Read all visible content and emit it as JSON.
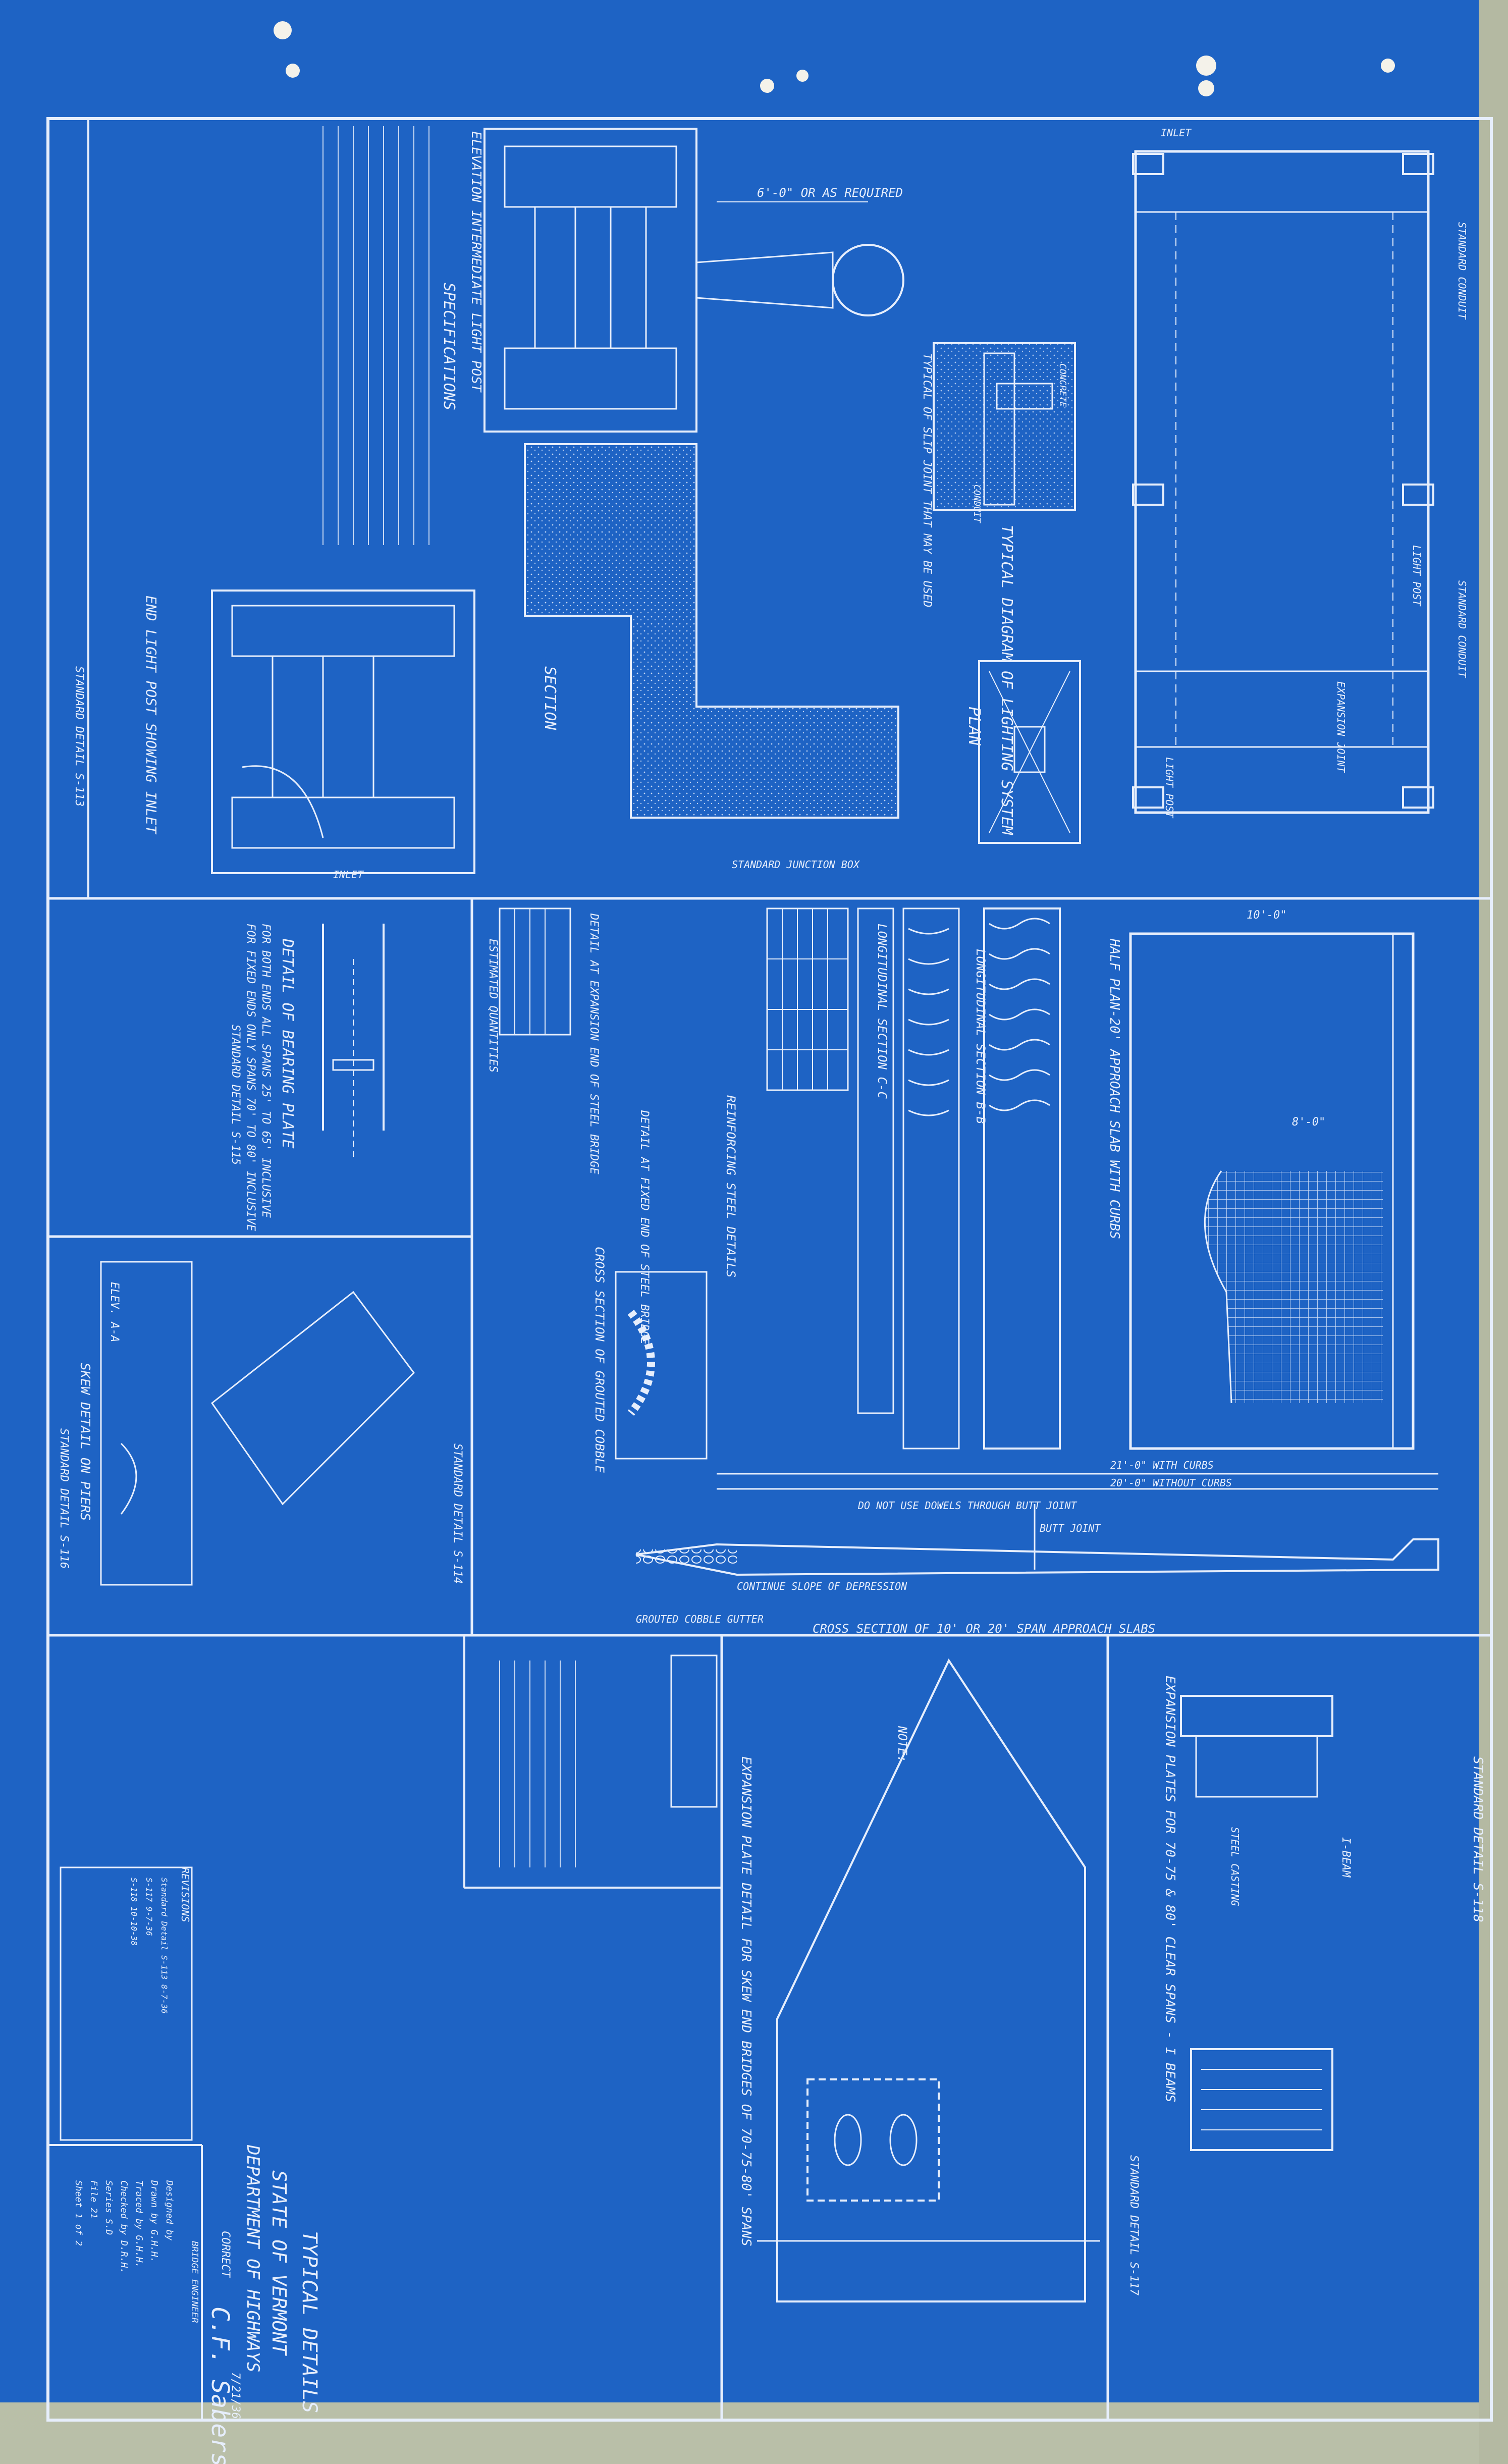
{
  "sheet_title": {
    "line1": "TYPICAL DETAILS",
    "line2": "STATE OF VERMONT",
    "line3": "DEPARTMENT OF HIGHWAYS"
  },
  "title_block": {
    "correct": "CORRECT",
    "signature": "C.F. Sabers",
    "signature_caption": "BRIDGE ENGINEER",
    "date": "7/21/36",
    "designed": "Designed by",
    "drawn": "Drawn by  G.H.H.",
    "traced": "Traced by  G.H.H.",
    "checked": "Checked by  D.R.H.",
    "series": "Series  S.D",
    "file": "File  21",
    "sheet": "Sheet  1 of 2",
    "revisions_heading": "REVISIONS",
    "revisions": [
      "Standard Detail S-113   8-7-36",
      "S-117   9-7-36",
      "S-118   10-10-38"
    ]
  },
  "labels": {
    "light_system": "TYPICAL DIAGRAM OF LIGHTING SYSTEM",
    "std_conduit": "STANDARD CONDUIT",
    "light_post": "LIGHT POST",
    "expansion_joint": "EXPANSION JOINT",
    "inlet": "INLET",
    "plan": "PLAN",
    "slip_joint": "TYPICAL OF SLIP JOINT THAT MAY BE USED",
    "conduit": "CONDUIT",
    "concrete": "CONCRETE",
    "elev_post": "ELEVATION INTERMEDIATE LIGHT POST",
    "specifications": "SPECIFICATIONS",
    "section": "SECTION",
    "end_post": "END LIGHT POST SHOWING INLET",
    "std_junction": "STANDARD JUNCTION BOX",
    "std_detail_113": "STANDARD DETAIL S-113",
    "dim_6_0": "6'-0\" OR AS REQUIRED",
    "half_plan": "HALF PLAN-20' APPROACH SLAB WITH CURBS",
    "longitudinal": "LONGITUDINAL SECTION B-B",
    "longitudinal2": "LONGITUDINAL SECTION C-C",
    "reinforcing": "REINFORCING STEEL DETAILS",
    "bearing_plate": "DETAIL OF BEARING PLATE",
    "bearing_note1": "FOR BOTH ENDS ALL SPANS 25' TO 65' INCLUSIVE",
    "bearing_note2": "FOR FIXED ENDS ONLY SPANS 70' TO 80' INCLUSIVE",
    "std_detail_115": "STANDARD DETAIL S-115",
    "skew_detail": "SKEW DETAIL ON PIERS",
    "std_detail_116": "STANDARD DETAIL S-116",
    "std_detail_114": "STANDARD DETAIL S-114",
    "std_detail_117": "STANDARD DETAIL S-117",
    "std_detail_118": "STANDARD DETAIL S-118",
    "grouted_cobble": "CROSS SECTION OF GROUTED COBBLE",
    "cross_section_slab": "CROSS SECTION OF 10' OR 20' SPAN APPROACH SLABS",
    "grouted_gutter": "GROUTED COBBLE GUTTER",
    "continue_slope": "CONTINUE SLOPE OF DEPRESSION",
    "butt_joint": "BUTT JOINT",
    "no_dowels": "DO NOT USE DOWELS THROUGH BUTT JOINT",
    "dim_21": "21'-0\" WITH CURBS",
    "dim_20": "20'-0\" WITHOUT CURBS",
    "expansion_plates": "EXPANSION PLATES FOR 70-75 & 80' CLEAR SPANS - I BEAMS",
    "expansion_plate_skew": "EXPANSION PLATE DETAIL FOR SKEW END BRIDGES OF 70-75-80' SPANS",
    "i_beam": "I-BEAM",
    "steel_casting": "STEEL CASTING",
    "note_header": "NOTE:",
    "detail_exp_steel": "DETAIL AT EXPANSION END OF STEEL BRIDGE",
    "detail_fixed_steel": "DETAIL AT FIXED END OF STEEL BRIDGE",
    "estimated_quantities": "ESTIMATED QUANTITIES",
    "elev_a": "ELEV. A-A",
    "dim_10": "10'-0\"",
    "dim_8": "8'-0\""
  }
}
